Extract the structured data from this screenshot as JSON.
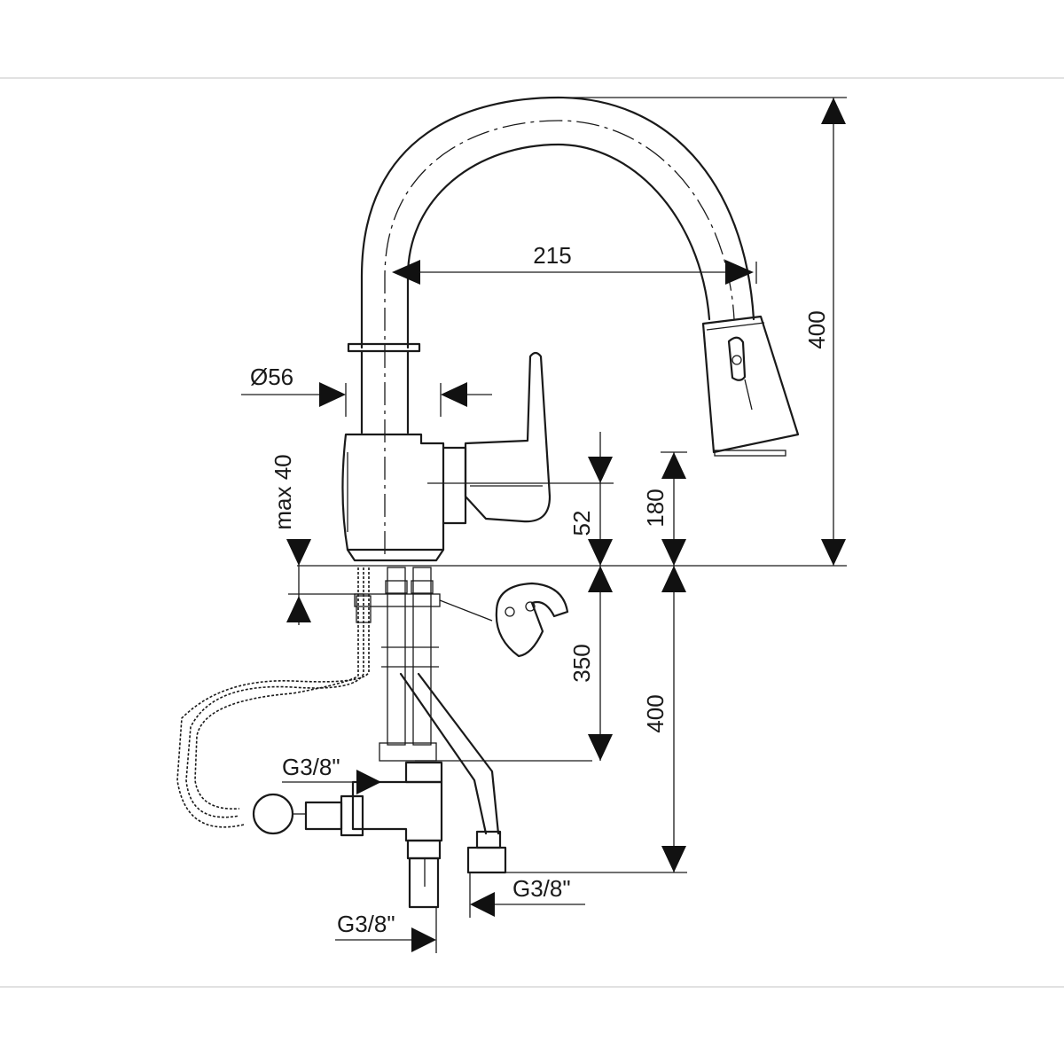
{
  "dimensions": {
    "spout_reach": "215",
    "total_height": "400",
    "body_diameter": "Ø56",
    "max_counter_thickness": "max 40",
    "lever_height": "52",
    "outlet_height": "180",
    "supply_hose_length": "350",
    "pullout_hose_length": "400",
    "thread_left": "G3/8\"",
    "thread_bottom": "G3/8\"",
    "thread_right": "G3/8\""
  }
}
